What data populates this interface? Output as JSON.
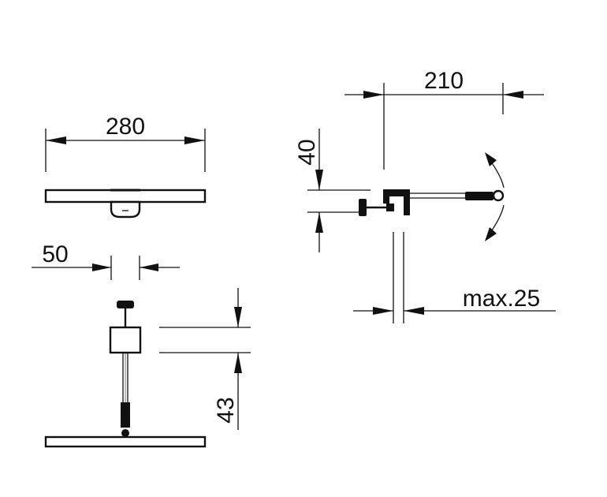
{
  "dimensions": {
    "width_top": "280",
    "depth": "50",
    "thickness": "43",
    "height": "40",
    "reach": "210",
    "clamp_max": "max.25"
  },
  "colors": {
    "line": "#111111",
    "background": "#ffffff"
  }
}
